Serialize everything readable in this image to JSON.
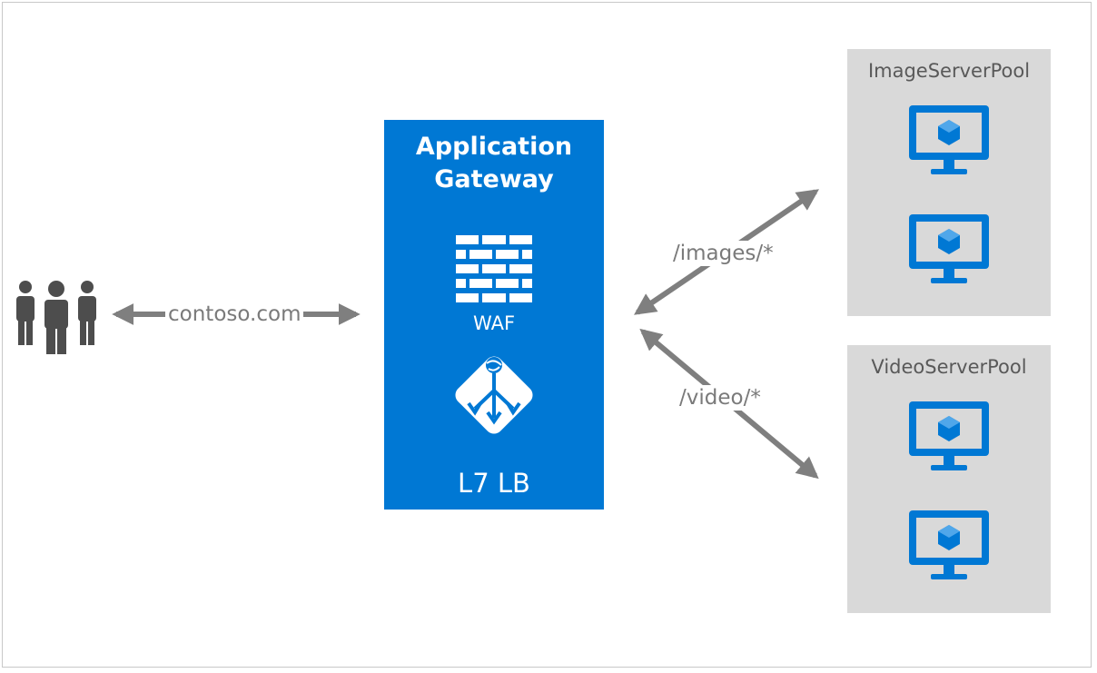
{
  "client": {
    "domain_label": "contoso.com",
    "icon": "users-icon"
  },
  "gateway": {
    "title_line1": "Application",
    "title_line2": "Gateway",
    "waf_label": "WAF",
    "lb_label": "L7 LB",
    "color": "#0078d4",
    "firewall_icon": "firewall-icon",
    "router_icon": "load-balancer-icon"
  },
  "routes": [
    {
      "path": "/images/*"
    },
    {
      "path": "/video/*"
    }
  ],
  "pools": [
    {
      "name": "ImageServerPool",
      "vm_icon": "virtual-machine-icon",
      "vm_count": 2
    },
    {
      "name": "VideoServerPool",
      "vm_icon": "virtual-machine-icon",
      "vm_count": 2
    }
  ],
  "colors": {
    "arrow": "#7f7f7f",
    "pool_background": "#d9d9d9",
    "vm_blue": "#0078d4"
  }
}
